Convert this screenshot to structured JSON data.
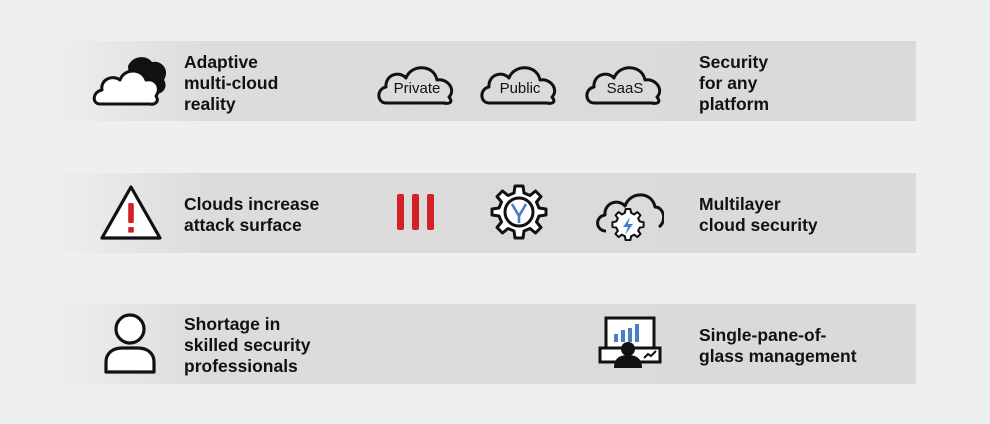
{
  "rows": [
    {
      "left_label": [
        "Adaptive",
        "multi-cloud",
        "reality"
      ],
      "clouds": [
        "Private",
        "Public",
        "SaaS"
      ],
      "right_label": [
        "Security",
        "for any",
        "platform"
      ]
    },
    {
      "left_label": [
        "Clouds increase",
        "attack surface"
      ],
      "right_label": [
        "Multilayer",
        "cloud security"
      ]
    },
    {
      "left_label": [
        "Shortage in",
        "skilled security",
        "professionals"
      ],
      "right_label": [
        "Single-pane-of-",
        "glass management"
      ]
    }
  ],
  "icons": {
    "row1_left": "multi-cloud-icon",
    "row2_left": "warning-triangle-icon",
    "row2_bars": "attack-bars-icon",
    "row2_gear": "gear-icon",
    "row2_right": "cloud-security-icon",
    "row3_left": "user-icon",
    "row3_right": "monitor-dashboard-icon"
  },
  "colors": {
    "accent_red": "#d32027",
    "accent_blue": "#4a7ec7",
    "band": "#dadadb",
    "background": "#eeeff1"
  }
}
